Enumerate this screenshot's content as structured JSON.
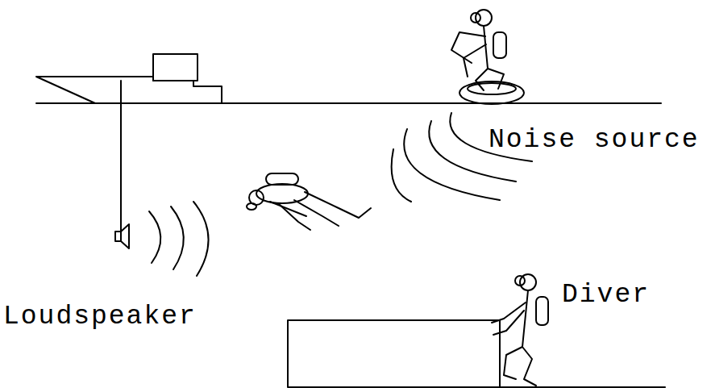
{
  "diagram": {
    "labels": [
      "Noise source",
      "Loudspeaker",
      "Diver"
    ]
  }
}
